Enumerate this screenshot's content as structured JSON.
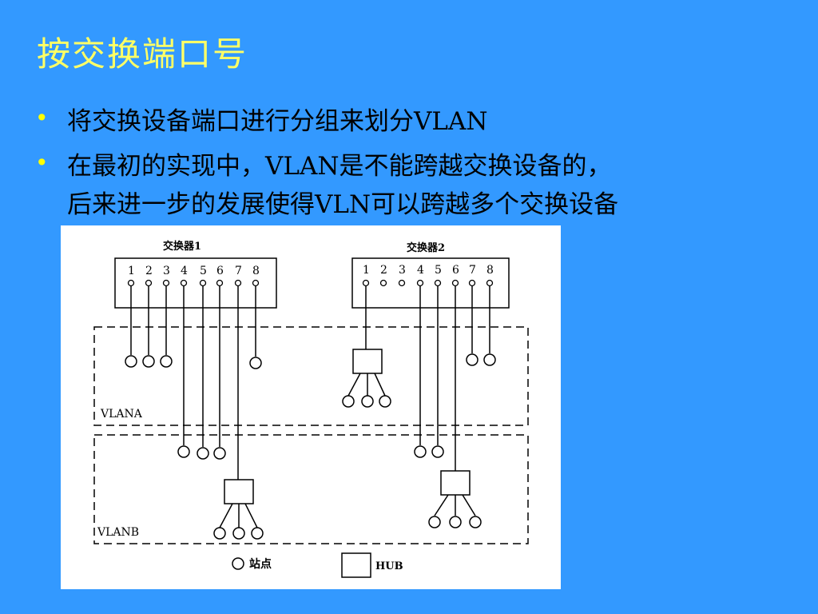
{
  "title": "按交换端口号",
  "bullets": [
    {
      "text": "将交换设备端口进行分组来划分VLAN"
    },
    {
      "line1": "在最初的实现中，VLAN是不能跨越交换设备的，",
      "line2": "后来进一步的发展使得VLN可以跨越多个交换设备"
    }
  ],
  "colors": {
    "background": "#3399ff",
    "title": "#ffff66",
    "bullet_dot": "#ffff00"
  },
  "figure": {
    "switch1_label": "交换器1",
    "switch2_label": "交换器2",
    "port_numbers": [
      "1",
      "2",
      "3",
      "4",
      "5",
      "6",
      "7",
      "8"
    ],
    "vlan_a_label": "VLANA",
    "vlan_b_label": "VLANB",
    "legend_station": "站点",
    "legend_hub": "HUB"
  }
}
